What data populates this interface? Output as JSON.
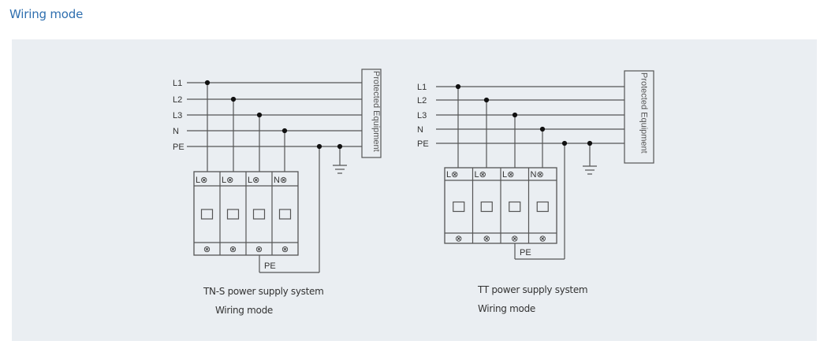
{
  "section_title": "Wiring mode",
  "diagrams": [
    {
      "id": "tns",
      "wires": [
        "L1",
        "L2",
        "L3",
        "N",
        "PE"
      ],
      "equipment_label": "Protected Equipment",
      "module_labels": [
        "L",
        "L",
        "L",
        "N"
      ],
      "terminal_symbol": "⊗",
      "pe_label": "PE",
      "caption_line1": "TN-S power supply system",
      "caption_line2": "Wiring mode"
    },
    {
      "id": "tt",
      "wires": [
        "L1",
        "L2",
        "L3",
        "N",
        "PE"
      ],
      "equipment_label": "Protected Equipment",
      "module_labels": [
        "L",
        "L",
        "L",
        "N"
      ],
      "terminal_symbol": "⊗",
      "pe_label": "PE",
      "caption_line1": "TT power supply system",
      "caption_line2": "Wiring mode"
    }
  ],
  "colors": {
    "title": "#2f6faf",
    "panel_bg": "#eaeef2",
    "line": "#555555"
  }
}
